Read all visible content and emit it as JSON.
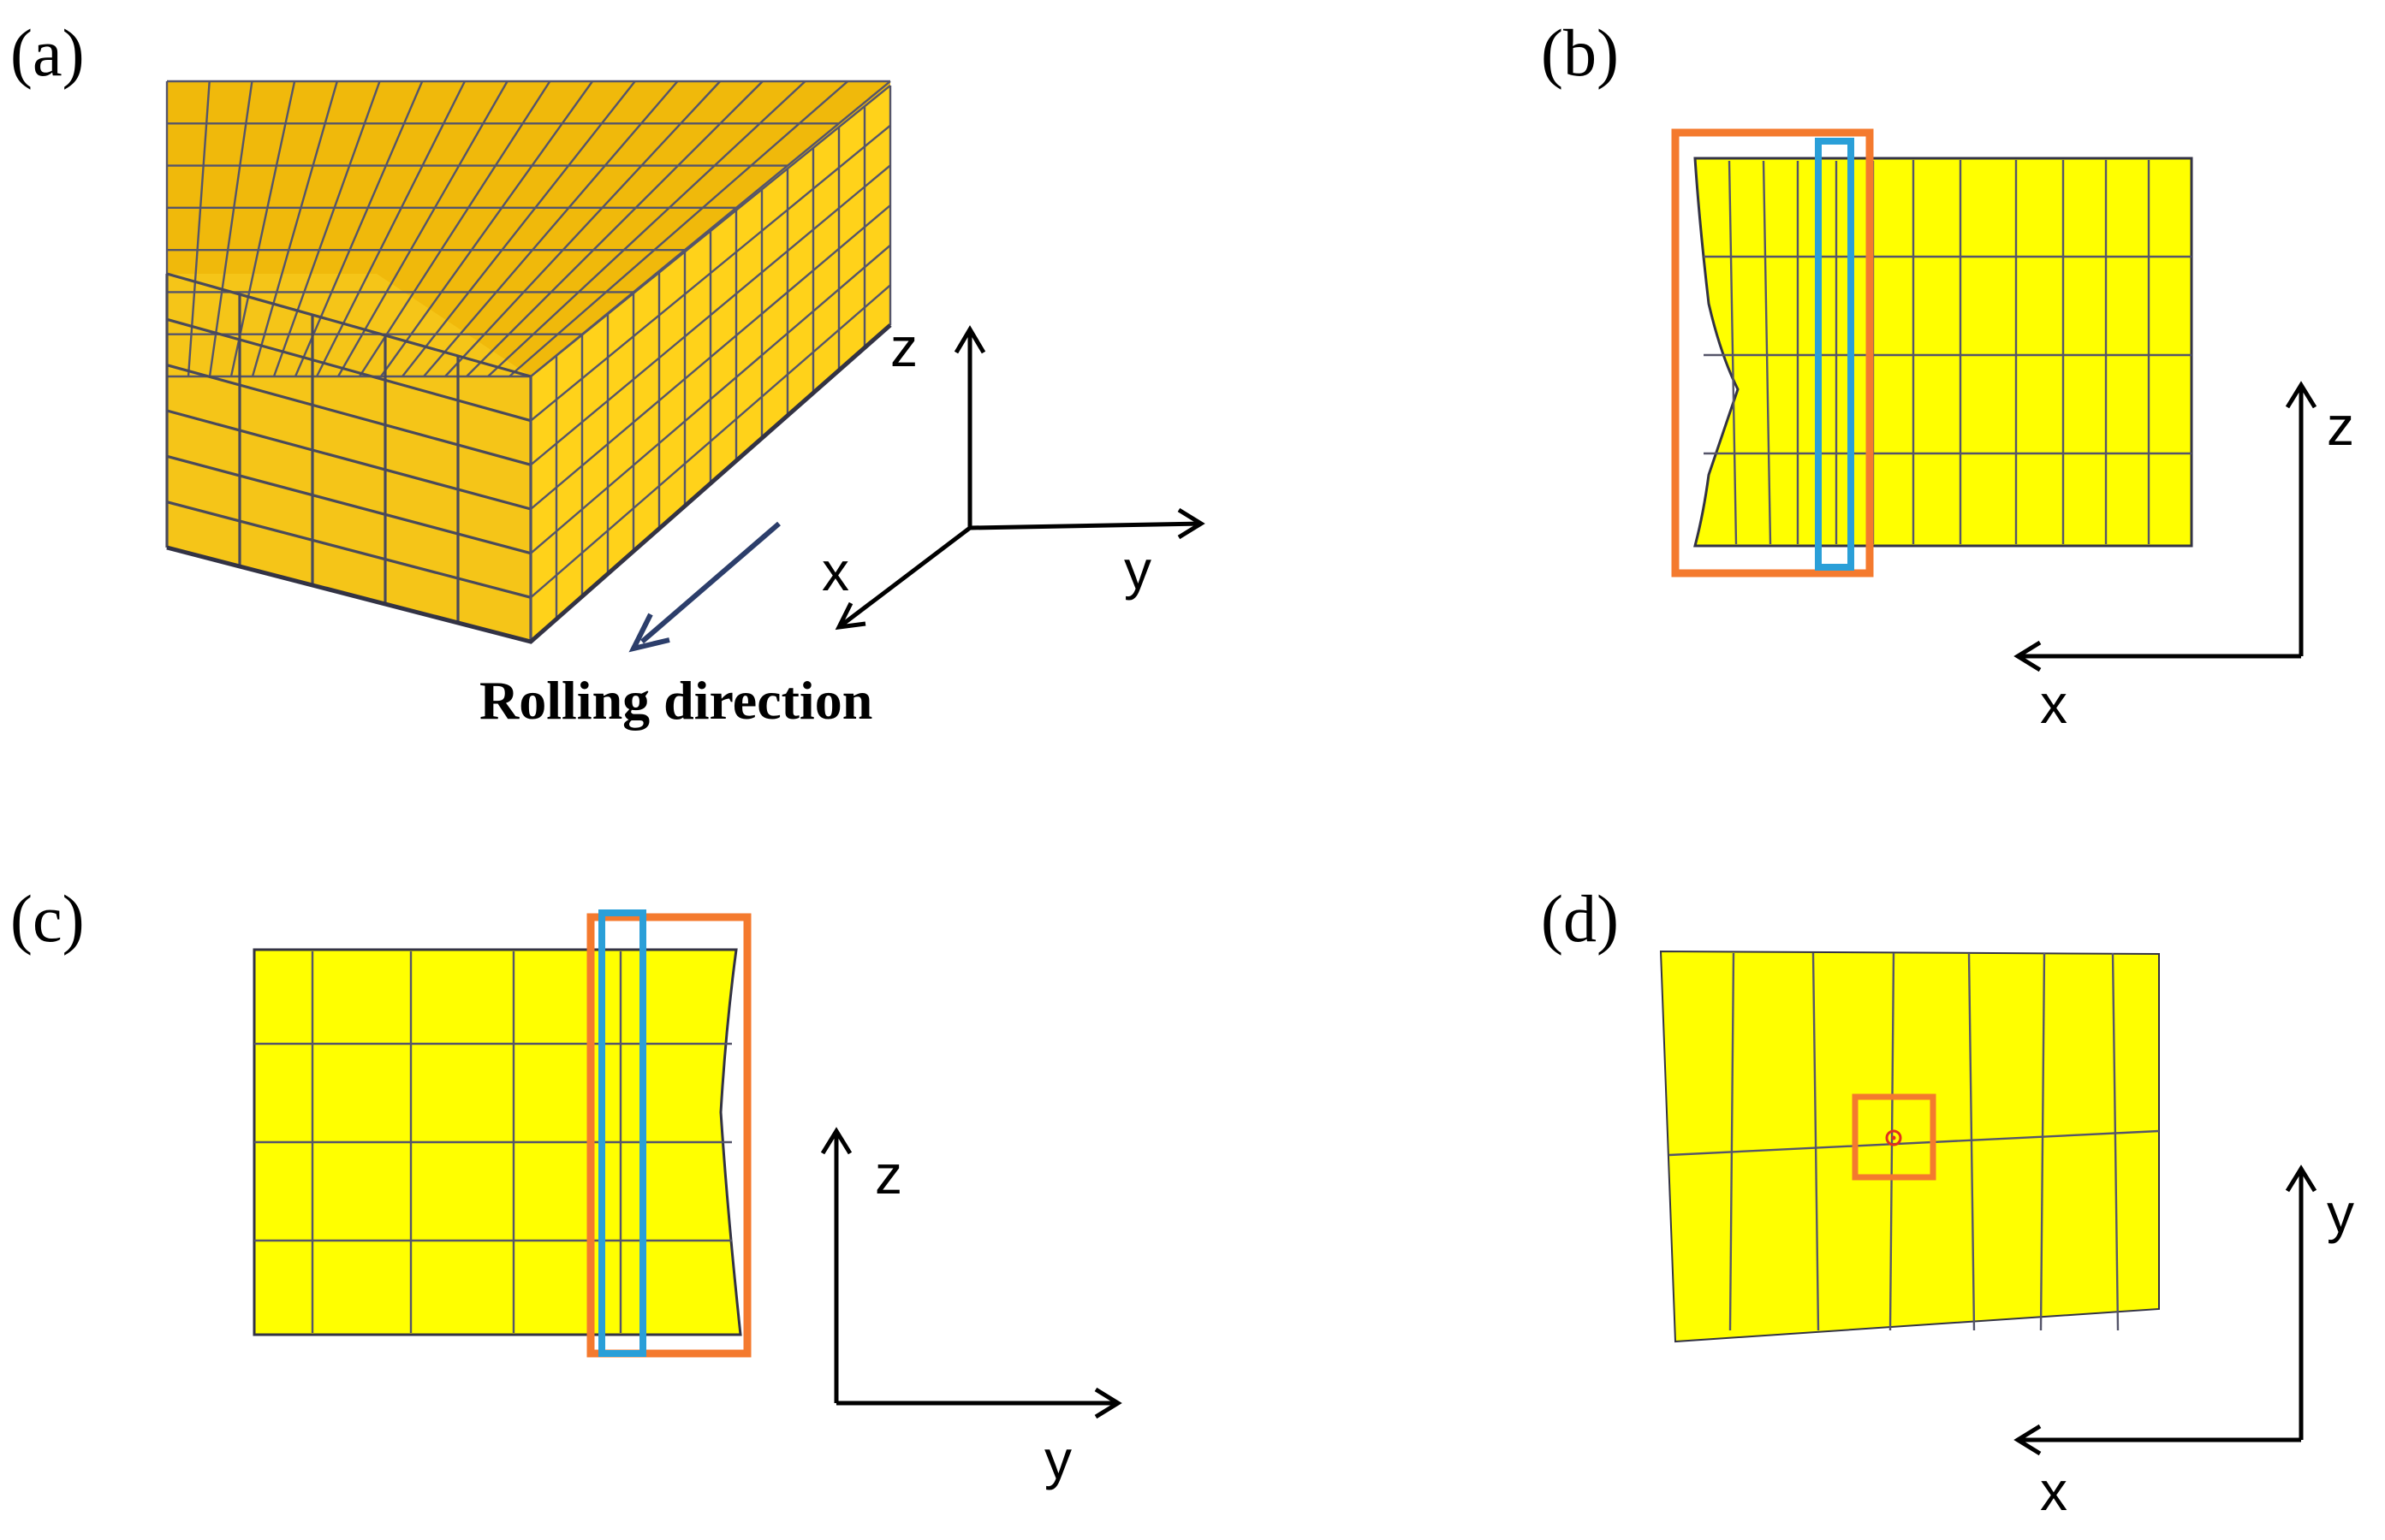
{
  "panels": {
    "a": {
      "label": "(a)",
      "axes": {
        "z": "z",
        "x": "x",
        "y": "y"
      },
      "caption": "Rolling direction"
    },
    "b": {
      "label": "(b)",
      "axes": {
        "z": "z",
        "x": "x"
      }
    },
    "c": {
      "label": "(c)",
      "axes": {
        "z": "z",
        "y": "y"
      }
    },
    "d": {
      "label": "(d)",
      "axes": {
        "y": "y",
        "x": "x"
      }
    }
  },
  "colors": {
    "mesh_fill_3d": "#f5c518",
    "mesh_fill_3d_top": "#f0b90b",
    "mesh_fill_3d_side": "#ffd700",
    "mesh_fill_2d": "#ffff00",
    "highlight_outer": "#f47a2e",
    "highlight_inner": "#2a9fd8",
    "arrow": "#2c3e6b"
  }
}
